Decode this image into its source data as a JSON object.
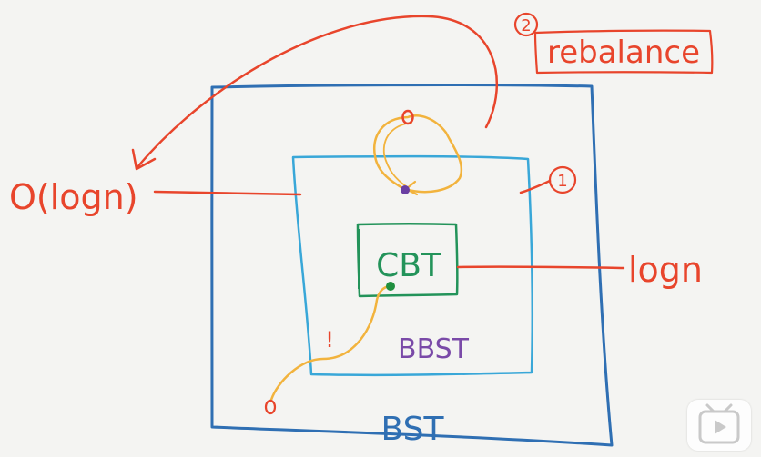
{
  "labels": {
    "bst": "BST",
    "bbst": "BBST",
    "cbt": "CBT",
    "rebalance": "rebalance",
    "step_one": "1",
    "step_two": "2",
    "cost_rebalance": "O(logn)",
    "height_cbt": "logn",
    "exclaim": "!"
  },
  "icons": {
    "player": "play-icon"
  },
  "colors": {
    "background": "#f4f4f2",
    "bst_blue": "#2f6fb3",
    "bbst_cyan": "#39a7d8",
    "cbt_green": "#23935a",
    "annotation_red": "#e8452c",
    "path_orange": "#f2b33d",
    "bbst_text_purple": "#7a4aa8",
    "node_purple": "#6a3fa3",
    "node_green": "#1f8f3f"
  }
}
